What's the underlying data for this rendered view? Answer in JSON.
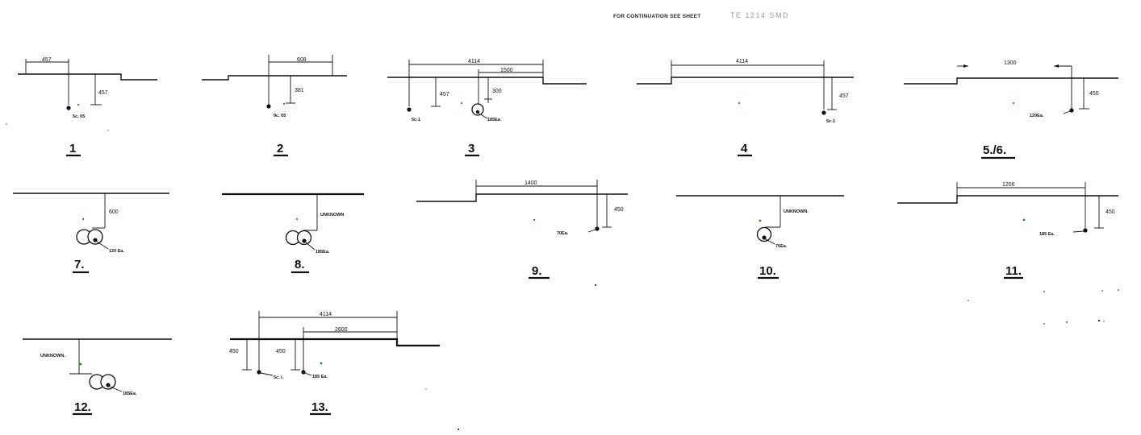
{
  "header": {
    "note": "FOR CONTINUATION SEE SHEET",
    "ref": "TE 1214 SMD"
  },
  "details": [
    {
      "number": "1",
      "dims": [
        "457",
        "457"
      ],
      "cable": "5c. 05"
    },
    {
      "number": "2",
      "dims": [
        "608",
        "381"
      ],
      "cable": "9c. 05"
    },
    {
      "number": "3",
      "dims": [
        "4114",
        "1500",
        "457",
        "300"
      ],
      "cables": [
        "5c-1",
        "185Ea"
      ]
    },
    {
      "number": "4",
      "dims": [
        "4114",
        "457"
      ],
      "cable": "5c-1"
    },
    {
      "number": "5./6.",
      "dims": [
        "1300",
        "450"
      ],
      "cable": "120Ea."
    },
    {
      "number": "7.",
      "dims": [
        "600"
      ],
      "cable": "120 Ea."
    },
    {
      "number": "8.",
      "dims": [
        "UNKNOWN"
      ],
      "cable": "185Ea."
    },
    {
      "number": "9.",
      "dims": [
        "1400",
        "450"
      ],
      "cable": "70Ea."
    },
    {
      "number": "10.",
      "dims": [
        "UNKNOWN."
      ],
      "cable": "70Ea."
    },
    {
      "number": "11.",
      "dims": [
        "1200",
        "450"
      ],
      "cable": "185 Ea."
    },
    {
      "number": "12.",
      "dims": [
        "UNKNOWN."
      ],
      "cable": "185Ea."
    },
    {
      "number": "13.",
      "dims": [
        "4114",
        "2600",
        "450",
        "450"
      ],
      "cables": [
        "5c. i.",
        "185 Ea."
      ]
    }
  ]
}
